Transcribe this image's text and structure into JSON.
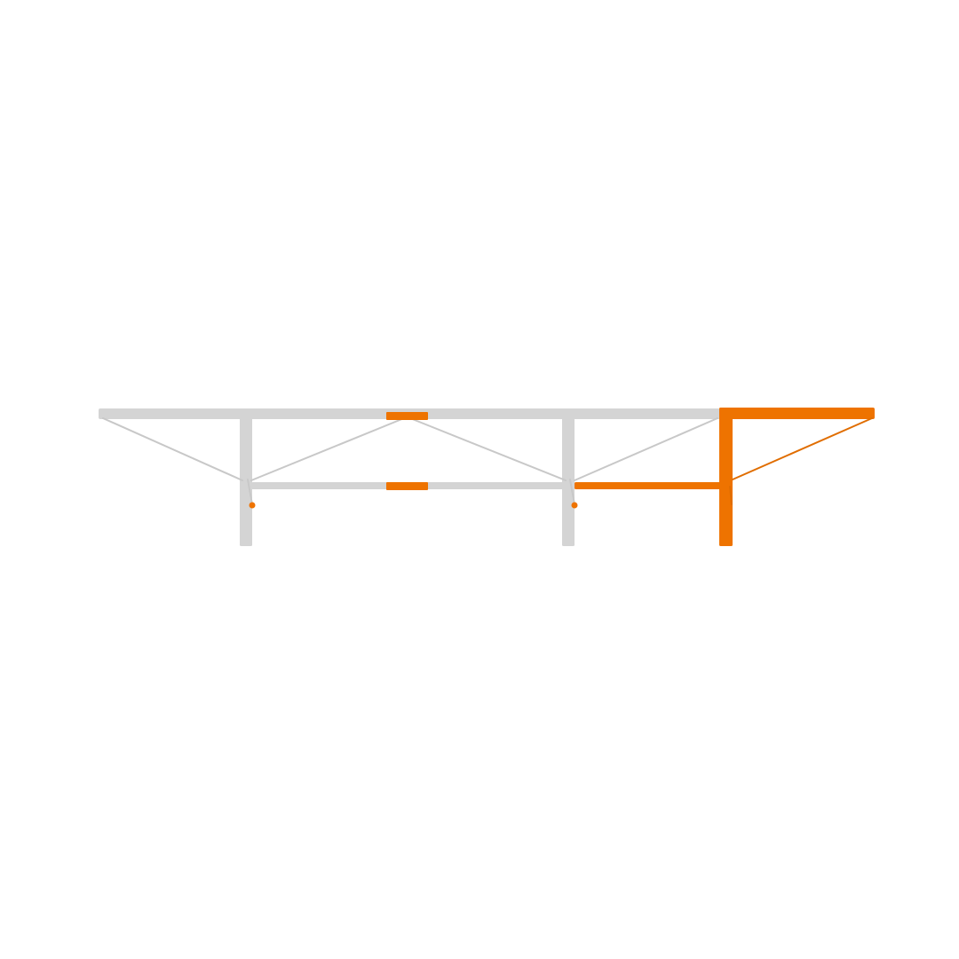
{
  "colors": {
    "background": "#ffffff",
    "frame_grey": "#d4d4d4",
    "frame_grey_dark": "#bdbdbd",
    "accent_orange": "#ee7300",
    "wire_grey": "#c8c8c8",
    "wire_orange": "#e06d00"
  },
  "product": {
    "modules": [
      {
        "role": "end-module",
        "finish": "grey"
      },
      {
        "role": "middle-module",
        "finish": "grey"
      },
      {
        "role": "middle-module",
        "finish": "grey"
      },
      {
        "role": "highlighted-extension-module",
        "finish": "orange"
      }
    ],
    "connector_finish": "orange",
    "tension_wires": "steel"
  }
}
